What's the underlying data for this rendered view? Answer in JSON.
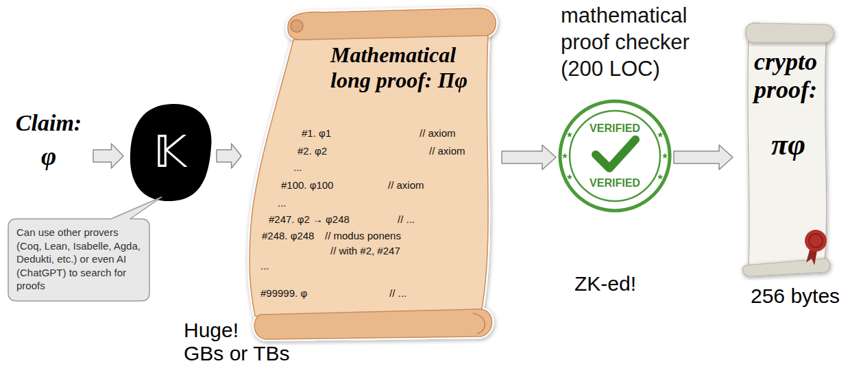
{
  "diagram": {
    "nodes": [
      {
        "text": [
          "Claim:",
          "φ"
        ]
      },
      {
        "text": [
          "𝕂"
        ]
      },
      {
        "text": [
          "Can use other provers (Coq, Lean, Isabelle, Agda, Dedukti, etc.) or even AI (ChatGPT) to search for proofs"
        ]
      },
      {
        "text": [
          "Mathematical long proof: Πφ",
          "#1. φ1",
          "// axiom",
          "#2. φ2",
          "// axiom",
          "...",
          "#100. φ100",
          "// axiom",
          "...",
          "#247. φ2 → φ248",
          "// ...",
          "#248. φ248",
          "// modus ponens",
          "// with #2, #247",
          "...",
          "#99999. φ",
          "// ..."
        ]
      },
      {
        "text": [
          "mathematical proof checker (200 LOC)",
          "VERIFIED",
          "VERIFIED"
        ]
      },
      {
        "text": [
          "crypto proof:",
          "πφ"
        ]
      }
    ],
    "edges": [
      {
        "from": 0,
        "to": 1,
        "arrow": "to"
      },
      {
        "from": 1,
        "to": 3,
        "arrow": "to"
      },
      {
        "from": 3,
        "to": 4,
        "arrow": "to"
      },
      {
        "from": 4,
        "to": 5,
        "arrow": "to"
      }
    ],
    "labels": [
      "Huge!",
      "GBs or TBs",
      "ZK-ed!",
      "256 bytes"
    ]
  }
}
